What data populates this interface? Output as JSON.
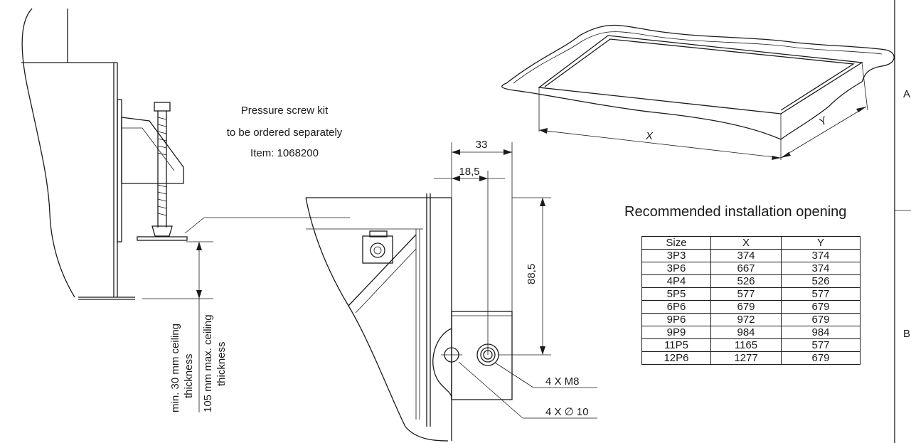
{
  "annotations": {
    "pressure_screw_line1": "Pressure screw kit",
    "pressure_screw_line2": "to be ordered separately",
    "pressure_screw_line3": "Item: 1068200",
    "min_ceiling_line1": "min. 30 mm ceiling",
    "min_ceiling_line2": "thickness",
    "max_ceiling_line1": "105 mm max. ceiling",
    "max_ceiling_line2": "thickness",
    "thread_callout": "4 X M8",
    "hole_callout": "4 X ∅ 10"
  },
  "dimensions": {
    "width_33": "33",
    "offset_18_5": "18,5",
    "height_88_5": "88,5",
    "opening_x": "X",
    "opening_y": "Y"
  },
  "table": {
    "title": "Recommended installation opening",
    "headers": [
      "Size",
      "X",
      "Y"
    ],
    "rows": [
      [
        "3P3",
        "374",
        "374"
      ],
      [
        "3P6",
        "667",
        "374"
      ],
      [
        "4P4",
        "526",
        "526"
      ],
      [
        "5P5",
        "577",
        "577"
      ],
      [
        "6P6",
        "679",
        "679"
      ],
      [
        "9P6",
        "972",
        "679"
      ],
      [
        "9P9",
        "984",
        "984"
      ],
      [
        "11P5",
        "1165",
        "577"
      ],
      [
        "12P6",
        "1277",
        "679"
      ]
    ]
  },
  "edge_marks": {
    "top": "A",
    "bottom": "B"
  }
}
